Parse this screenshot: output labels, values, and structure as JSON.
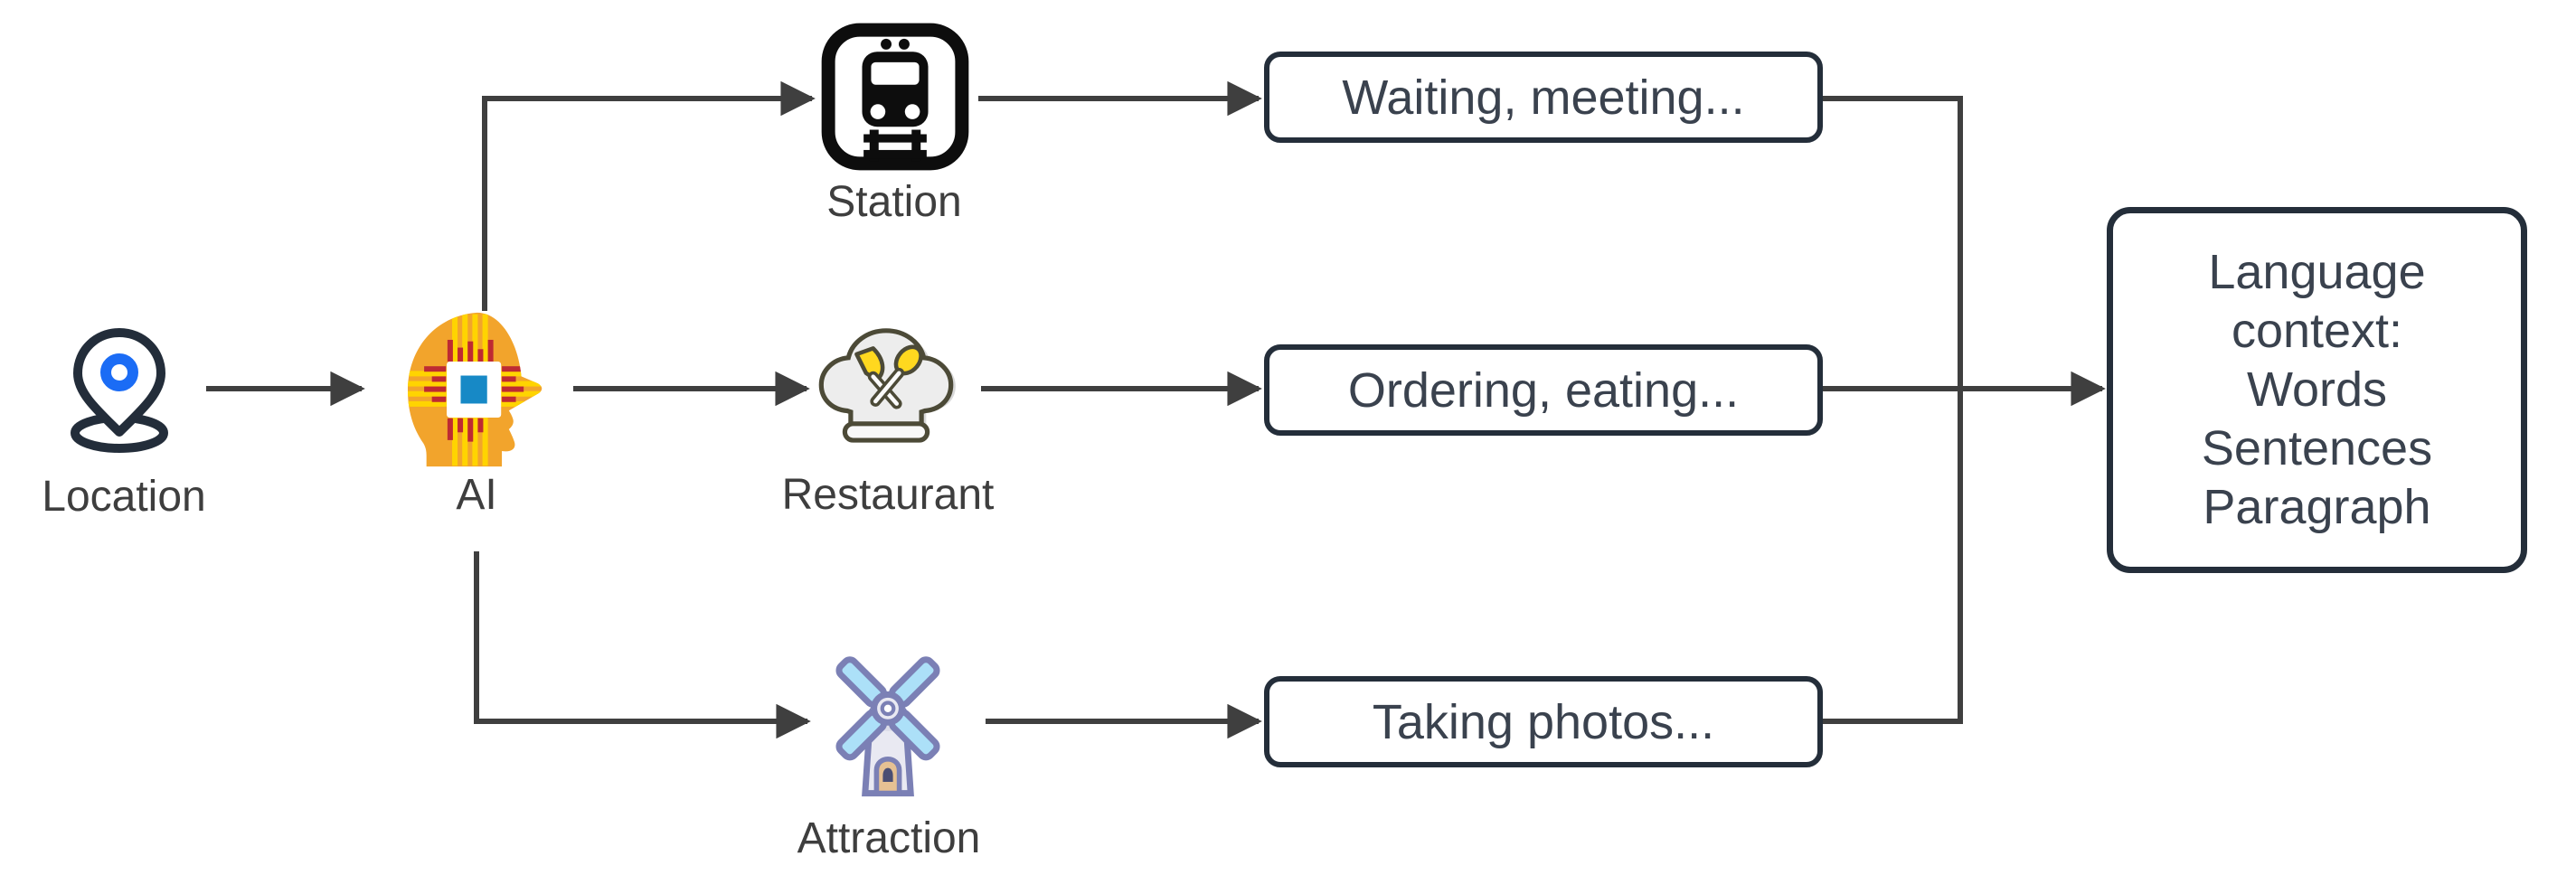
{
  "diagram": {
    "title_hint": "location-to-language-context-flow",
    "colors": {
      "background": "#ffffff",
      "connector_line": "#3f3f3f",
      "box_border": "#242e3a",
      "box_text": "#3a424e",
      "label_text": "#3e3e3e",
      "station_icon": "#0d0d0d",
      "ai_head_orange": "#f2a42c",
      "ai_trace_yellow": "#ffd400",
      "ai_trace_red": "#be2a33",
      "ai_chip_blue": "#1789c6",
      "pin_dark": "#232d3a",
      "pin_ring_blue": "#1b6cf5",
      "hat_fill": "#ededed",
      "hat_outline": "#4c4a37",
      "utensil_yellow": "#ffd81f",
      "windmill_blade": "#ace0f8",
      "windmill_outline": "#7b80b5",
      "windmill_body": "#e9e9f2",
      "windmill_door": "#e6c193"
    },
    "nodes": {
      "location": {
        "label": "Location",
        "icon": "location-pin-icon"
      },
      "ai": {
        "label": "AI",
        "icon": "ai-head-chip-icon"
      },
      "station": {
        "label": "Station",
        "icon": "train-station-icon"
      },
      "restaurant": {
        "label": "Restaurant",
        "icon": "chef-hat-icon"
      },
      "attraction": {
        "label": "Attraction",
        "icon": "windmill-icon"
      }
    },
    "activity_boxes": [
      {
        "text": "Waiting, meeting..."
      },
      {
        "text": "Ordering, eating..."
      },
      {
        "text": "Taking photos..."
      }
    ],
    "result_box": {
      "lines": [
        "Language",
        "context:",
        "Words",
        "Sentences",
        "Paragraph"
      ]
    }
  }
}
